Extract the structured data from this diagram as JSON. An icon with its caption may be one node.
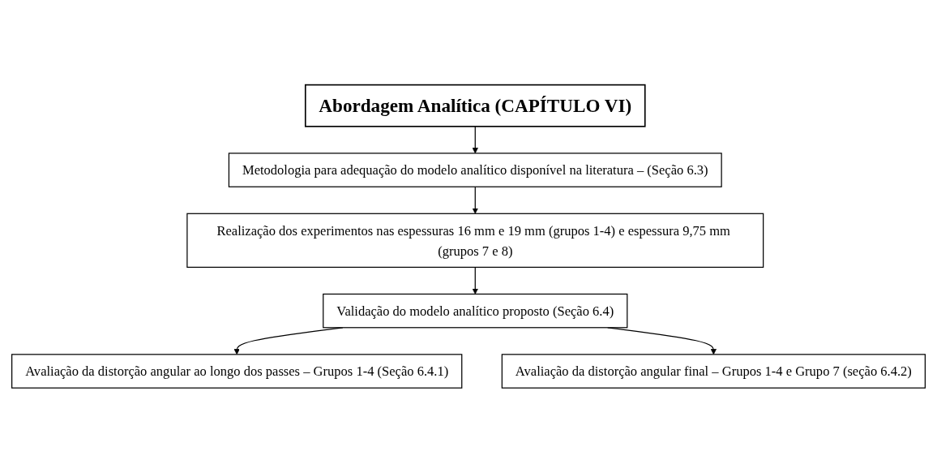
{
  "diagram": {
    "nodes": [
      {
        "text": [
          "Abordagem Analítica (CAPÍTULO VI)"
        ]
      },
      {
        "text": [
          "Metodologia para adequação do modelo analítico disponível na literatura – (Seção 6.3)"
        ]
      },
      {
        "text": [
          "Realização dos experimentos nas espessuras 16 mm e 19 mm (grupos 1-4) e espessura 9,75 mm (grupos 7 e 8)"
        ]
      },
      {
        "text": [
          "Validação do modelo analítico proposto (Seção 6.4)"
        ]
      },
      {
        "text": [
          "Avaliação da distorção angular ao longo dos passes – Grupos 1-4 (Seção 6.4.1)"
        ]
      },
      {
        "text": [
          "Avaliação da distorção angular final – Grupos 1-4 e Grupo 7 (seção 6.4.2)"
        ]
      }
    ],
    "edges": [
      {
        "from": 0,
        "to": 1,
        "arrow": "to"
      },
      {
        "from": 1,
        "to": 2,
        "arrow": "to"
      },
      {
        "from": 2,
        "to": 3,
        "arrow": "to"
      },
      {
        "from": 3,
        "to": 4,
        "arrow": "to"
      },
      {
        "from": 3,
        "to": 5,
        "arrow": "to"
      }
    ]
  }
}
